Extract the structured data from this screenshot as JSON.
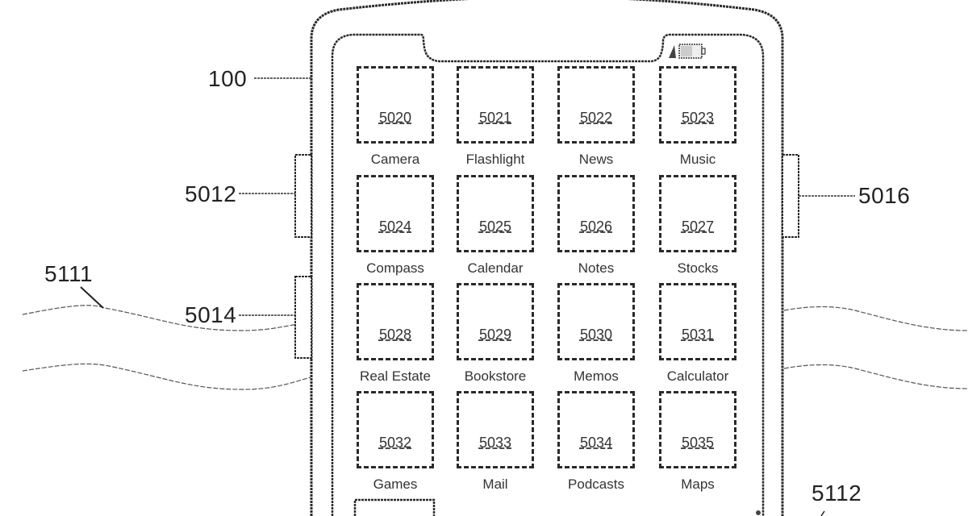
{
  "figure": {
    "reference_labels": {
      "device": "100",
      "left_upper_button": "5012",
      "left_lower_button": "5014",
      "right_button": "5016",
      "left_wave": "5111",
      "right_wave": "5112"
    },
    "status_bar": {
      "signal_icon": "signal-icon",
      "battery_icon": "battery-icon"
    },
    "apps": [
      {
        "id": "5020",
        "label": "Camera"
      },
      {
        "id": "5021",
        "label": "Flashlight"
      },
      {
        "id": "5022",
        "label": "News"
      },
      {
        "id": "5023",
        "label": "Music"
      },
      {
        "id": "5024",
        "label": "Compass"
      },
      {
        "id": "5025",
        "label": "Calendar"
      },
      {
        "id": "5026",
        "label": "Notes"
      },
      {
        "id": "5027",
        "label": "Stocks"
      },
      {
        "id": "5028",
        "label": "Real Estate"
      },
      {
        "id": "5029",
        "label": "Bookstore"
      },
      {
        "id": "5030",
        "label": "Memos"
      },
      {
        "id": "5031",
        "label": "Calculator"
      },
      {
        "id": "5032",
        "label": "Games"
      },
      {
        "id": "5033",
        "label": "Mail"
      },
      {
        "id": "5034",
        "label": "Podcasts"
      },
      {
        "id": "5035",
        "label": "Maps"
      }
    ]
  }
}
